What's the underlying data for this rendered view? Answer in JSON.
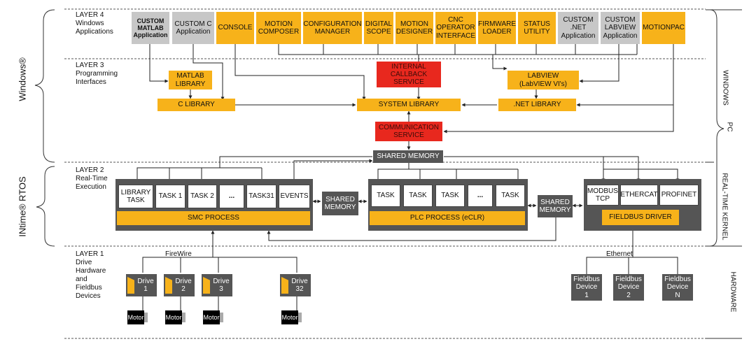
{
  "sides": {
    "windows": "Windows®",
    "rtos": "INtime® RTOS"
  },
  "right_labels": {
    "windows": "WINDOWS",
    "pc": "PC",
    "rtk": "REAL-TIME KERNEL",
    "hardware": "HARDWARE"
  },
  "layers": {
    "l4": "LAYER 4\nWindows\nApplications",
    "l3": "LAYER 3\nProgramming\nInterfaces",
    "l2": "LAYER 2\nReal-Time\nExecution",
    "l1": "LAYER 1\nDrive\nHardware\nand\nFieldbus\nDevices"
  },
  "apps": {
    "custom_matlab": "CUSTOM\nMATLAB\nApplication",
    "custom_c": "CUSTOM C\nApplication",
    "console": "CONSOLE",
    "motion_composer": "MOTION\nCOMPOSER",
    "config_manager": "CONFIGURATION\nMANAGER",
    "digital_scope": "DIGITAL\nSCOPE",
    "motion_designer": "MOTION\nDESIGNER",
    "cnc_interface": "CNC\nOPERATOR\nINTERFACE",
    "firmware_loader": "FIRMWARE\nLOADER",
    "status_utility": "STATUS\nUTILITY",
    "custom_net": "CUSTOM\n.NET\nApplication",
    "custom_labview": "CUSTOM\nLABVIEW\nApplication",
    "motionpac": "MOTIONPAC"
  },
  "interfaces": {
    "matlab_library": "MATLAB\nLIBRARY",
    "internal_callback": "INTERNAL\nCALLBACK\nSERVICE",
    "labview": "LABVIEW\n(LabVIEW VI's)",
    "c_library": "C LIBRARY",
    "system_library": "SYSTEM LIBRARY",
    "net_library": ".NET LIBRARY",
    "communication_service": "COMMUNICATION\nSERVICE",
    "shared_memory_top": "SHARED MEMORY"
  },
  "smc": {
    "tasks": [
      "LIBRARY\nTASK",
      "TASK 1",
      "TASK 2",
      "...",
      "TASK31",
      "EVENTS"
    ],
    "label": "SMC PROCESS"
  },
  "shared_memory_mid": "SHARED\nMEMORY",
  "plc": {
    "tasks": [
      "TASK",
      "TASK",
      "TASK",
      "...",
      "TASK"
    ],
    "label": "PLC PROCESS (eCLR)"
  },
  "shared_memory_right": "SHARED\nMEMORY",
  "fieldbus": {
    "protocols": [
      "MODBUS\nTCP",
      "ETHERCAT",
      "PROFINET"
    ],
    "label": "FIELDBUS DRIVER"
  },
  "buses": {
    "firewire": "FireWire",
    "ethernet": "Ethernet"
  },
  "drives": [
    {
      "label": "Drive\n1",
      "motor": "Motor"
    },
    {
      "label": "Drive\n2",
      "motor": "Motor"
    },
    {
      "label": "Drive\n3",
      "motor": "Motor"
    },
    {
      "label": "Drive\n32",
      "motor": "Motor"
    }
  ],
  "devices": [
    "Fieldbus\nDevice\n1",
    "Fieldbus\nDevice\n2",
    "Fieldbus\nDevice\nN"
  ],
  "colors": {
    "orange": "#f7b21a",
    "gray": "#c7c7c7",
    "red": "#e8281e",
    "dark": "#555555"
  }
}
